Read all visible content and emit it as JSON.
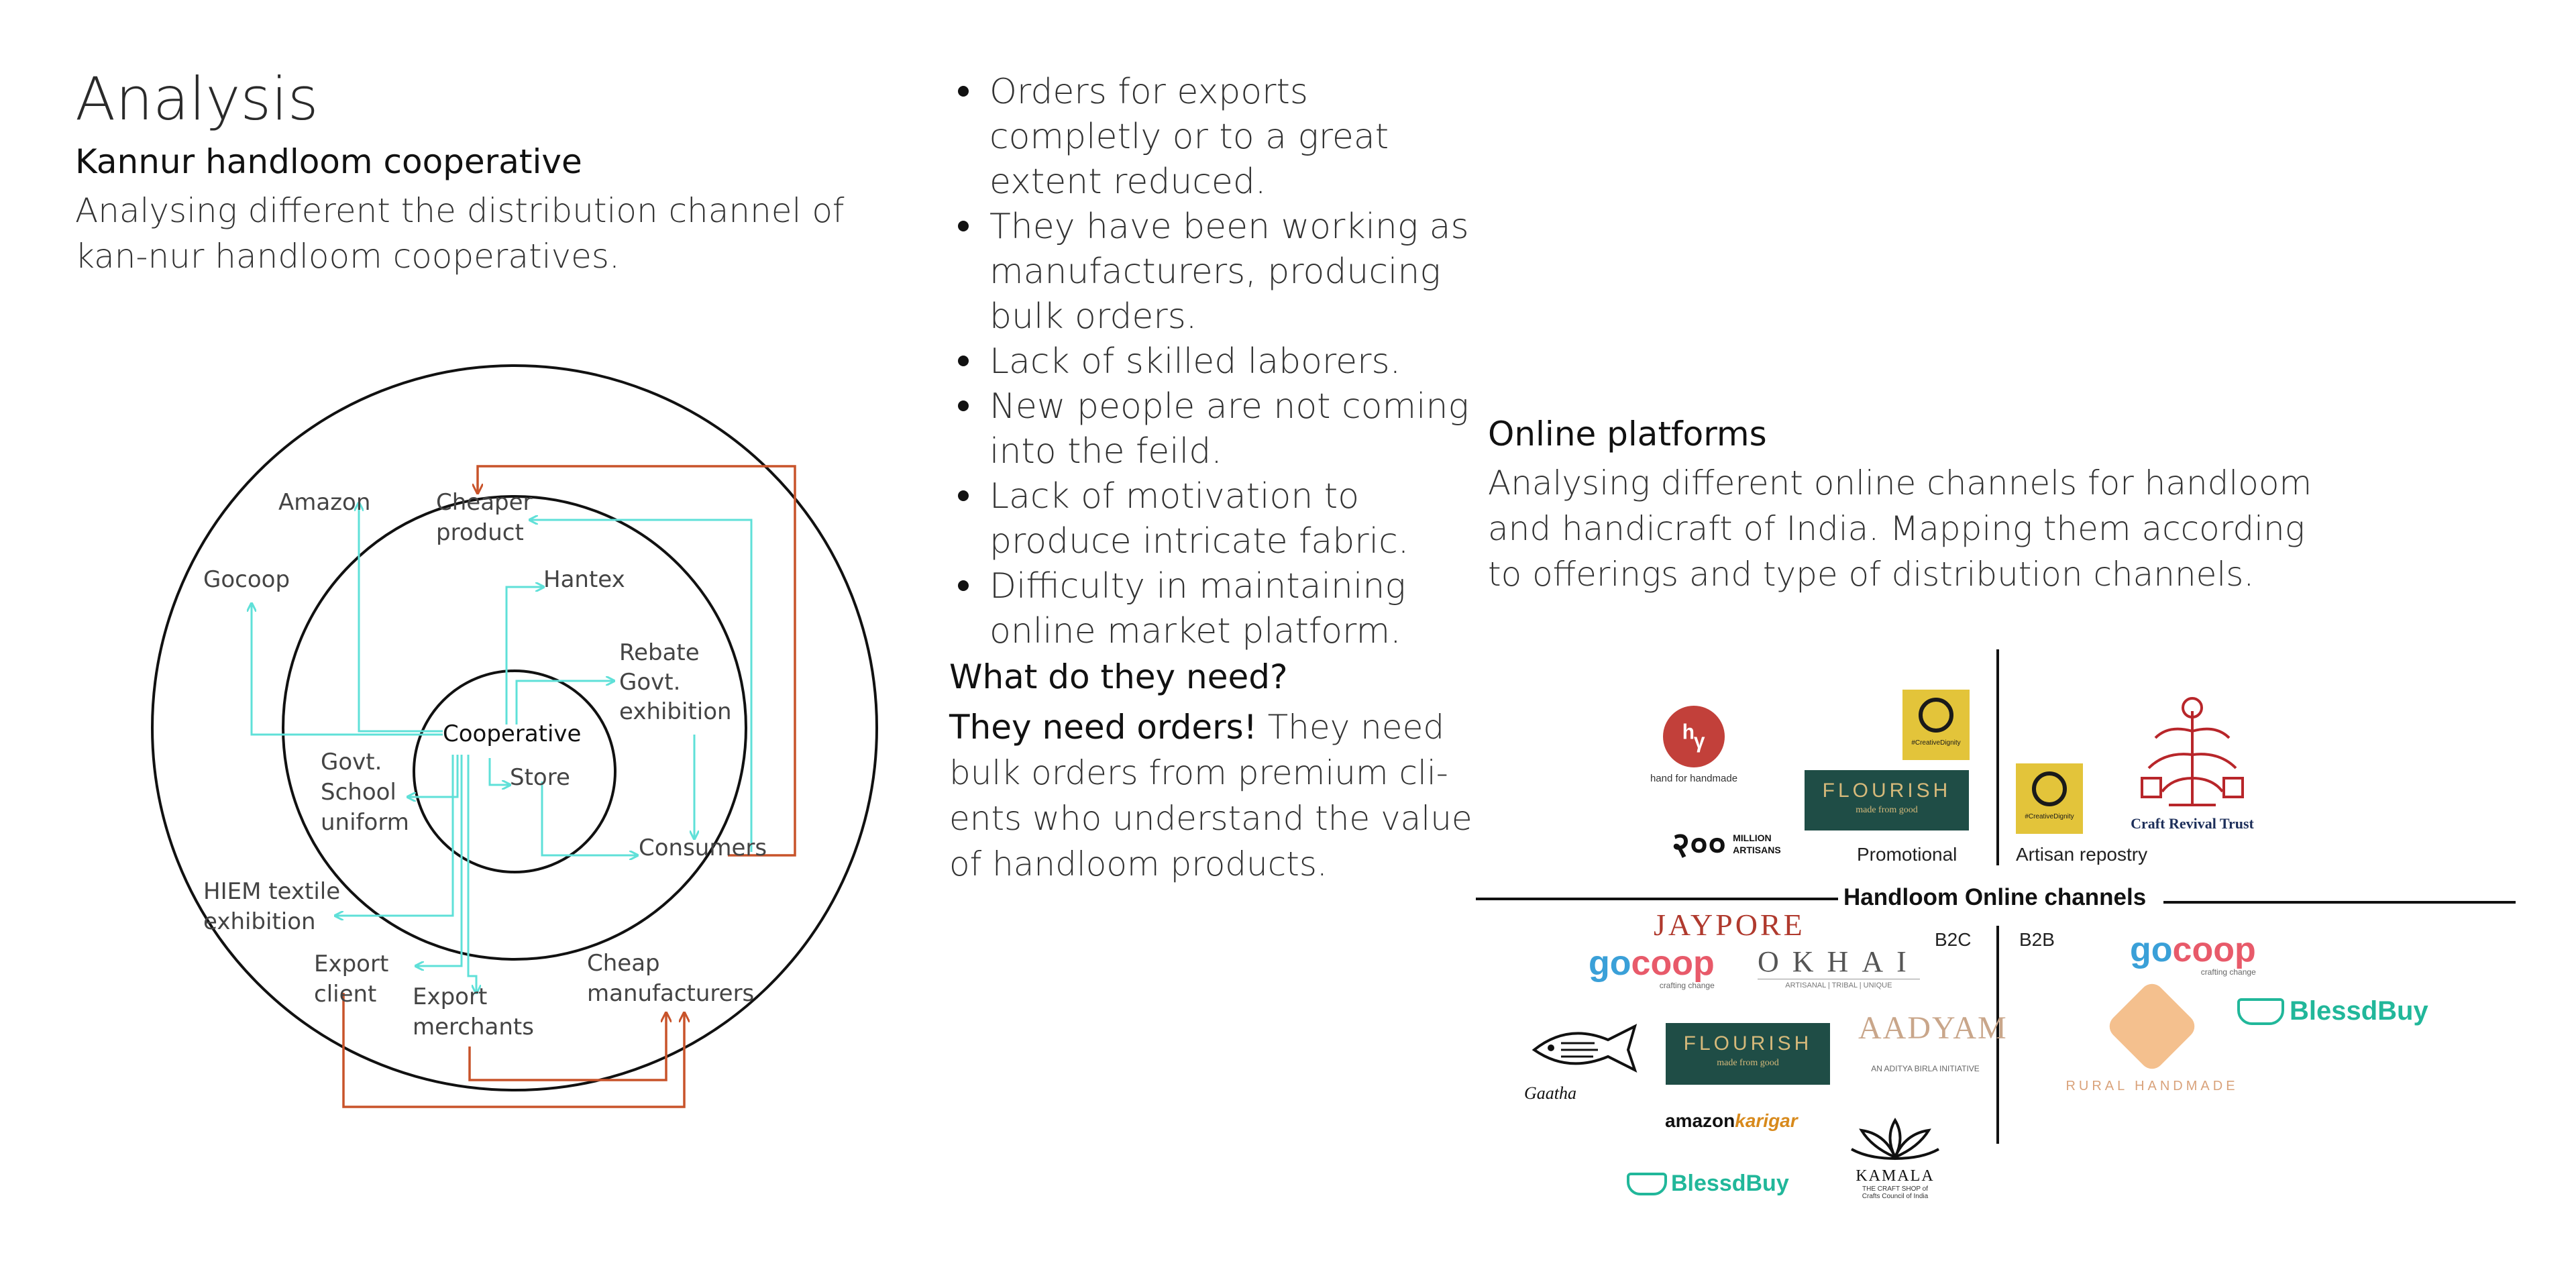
{
  "header": {
    "title": "Analysis",
    "coop_heading": "Kannur handloom cooperative",
    "coop_desc": "Analysing different the distribution channel of kan-nur handloom cooperatives."
  },
  "issues": [
    "Orders for exports completly or to a great extent reduced.",
    "They have been working as manufacturers, producing bulk orders.",
    "Lack of skilled laborers.",
    "New people are not coming into the feild.",
    "Lack of motivation to produce intricate fabric.",
    "Difficulty in maintaining online market platform."
  ],
  "need": {
    "heading": "What do they need?",
    "bold": "They need orders!",
    "rest": " They need bulk orders from premium cli-ents who understand the value of handloom products."
  },
  "online": {
    "heading": "Online platforms",
    "desc": "Analysing different online channels for handloom and handicraft of India. Mapping them according to offerings and type of distribution channels."
  },
  "diagram": {
    "center": "Cooperative",
    "labels": {
      "amazon": "Amazon",
      "cheaper_1": "Cheaper",
      "cheaper_2": "product",
      "gocoop": "Gocoop",
      "hantex": "Hantex",
      "rebate_1": "Rebate",
      "rebate_2": "Govt.",
      "rebate_3": "exhibition",
      "govt_1": "Govt.",
      "govt_2": "School",
      "govt_3": "uniform",
      "store": "Store",
      "consumers": "Consumers",
      "hiem_1": "HIEM textile",
      "hiem_2": "exhibition",
      "export_client_1": "Export",
      "export_client_2": "client",
      "export_merch_1": "Export",
      "export_merch_2": "merchants",
      "cheap_1": "Cheap",
      "cheap_2": "manufacturers"
    },
    "colors": {
      "cyan": "#5fe0d8",
      "orange": "#c8532a",
      "ring": "#111111"
    }
  },
  "channels": {
    "title": "Handloom Online channels",
    "q_promotional": "Promotional",
    "q_artisan": "Artisan repostry",
    "q_b2c": "B2C",
    "q_b2b": "B2B"
  },
  "logos": {
    "hand_for_handmade": "hand for handmade",
    "creative_dignity": "#CreativeDignity",
    "flourish": "FLOURISH",
    "flourish_sub": "made from good",
    "million_num": "२००",
    "million_1": "MILLION",
    "million_2": "ARTISANS",
    "craft_revival": "Craft Revival Trust",
    "jaypore": "JAYPORE",
    "gocoop_go": "go",
    "gocoop_coop": "coop",
    "gocoop_sub": "crafting change",
    "okhai": "OKHAI",
    "okhai_sub": "ARTISANAL | TRIBAL | UNIQUE",
    "aadyam": "AADYAM",
    "aadyam_sub": "AN ADITYA BIRLA INITIATIVE",
    "gaatha": "Gaatha",
    "amazon_karigar_1": "amazon",
    "amazon_karigar_2": "karigar",
    "blessdbuy": "BlessdBuy",
    "kamala": "KAMALA",
    "kamala_sub": "THE CRAFT SHOP of Crafts Council of India",
    "rural_handmade": "RURAL HANDMADE"
  }
}
